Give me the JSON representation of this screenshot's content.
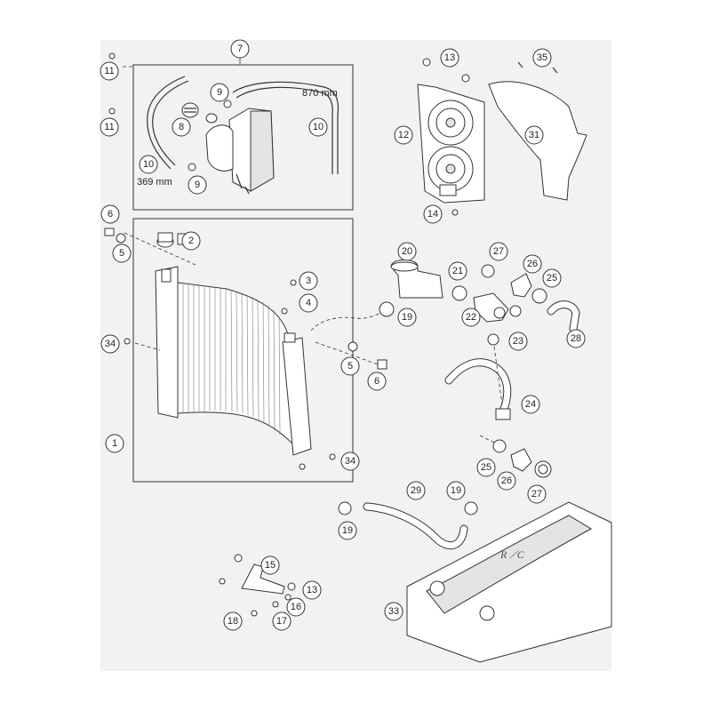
{
  "callouts": [
    {
      "id": "c1",
      "label": "1"
    },
    {
      "id": "c2",
      "label": "2"
    },
    {
      "id": "c3",
      "label": "3"
    },
    {
      "id": "c4",
      "label": "4"
    },
    {
      "id": "c5a",
      "label": "5"
    },
    {
      "id": "c5b",
      "label": "5"
    },
    {
      "id": "c6a",
      "label": "6"
    },
    {
      "id": "c6b",
      "label": "6"
    },
    {
      "id": "c7",
      "label": "7"
    },
    {
      "id": "c8",
      "label": "8"
    },
    {
      "id": "c9a",
      "label": "9"
    },
    {
      "id": "c9b",
      "label": "9"
    },
    {
      "id": "c10a",
      "label": "10"
    },
    {
      "id": "c10b",
      "label": "10"
    },
    {
      "id": "c11a",
      "label": "11"
    },
    {
      "id": "c11b",
      "label": "11"
    },
    {
      "id": "c12",
      "label": "12"
    },
    {
      "id": "c13a",
      "label": "13"
    },
    {
      "id": "c13b",
      "label": "13"
    },
    {
      "id": "c14",
      "label": "14"
    },
    {
      "id": "c15",
      "label": "15"
    },
    {
      "id": "c16",
      "label": "16"
    },
    {
      "id": "c17",
      "label": "17"
    },
    {
      "id": "c18",
      "label": "18"
    },
    {
      "id": "c19a",
      "label": "19"
    },
    {
      "id": "c19b",
      "label": "19"
    },
    {
      "id": "c19c",
      "label": "19"
    },
    {
      "id": "c20",
      "label": "20"
    },
    {
      "id": "c21",
      "label": "21"
    },
    {
      "id": "c22",
      "label": "22"
    },
    {
      "id": "c23",
      "label": "23"
    },
    {
      "id": "c24",
      "label": "24"
    },
    {
      "id": "c25a",
      "label": "25"
    },
    {
      "id": "c25b",
      "label": "25"
    },
    {
      "id": "c26a",
      "label": "26"
    },
    {
      "id": "c26b",
      "label": "26"
    },
    {
      "id": "c27a",
      "label": "27"
    },
    {
      "id": "c27b",
      "label": "27"
    },
    {
      "id": "c28",
      "label": "28"
    },
    {
      "id": "c29",
      "label": "29"
    },
    {
      "id": "c31",
      "label": "31"
    },
    {
      "id": "c33",
      "label": "33"
    },
    {
      "id": "c34a",
      "label": "34"
    },
    {
      "id": "c34b",
      "label": "34"
    },
    {
      "id": "c35",
      "label": "35"
    }
  ],
  "dimensions": {
    "hose_long": "870 mm",
    "hose_short": "369 mm"
  }
}
